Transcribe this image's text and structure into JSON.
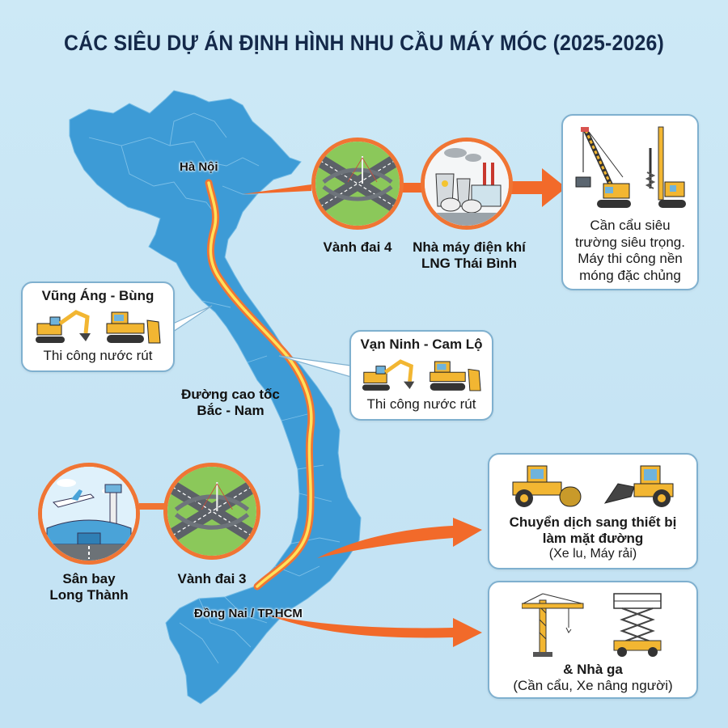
{
  "title": "CÁC SIÊU DỰ ÁN ĐỊNH HÌNH NHU CẦU MÁY MÓC (2025-2026)",
  "colors": {
    "background": "#c8e6f5",
    "map_land": "#3d9bd6",
    "highway_outer": "#f07534",
    "highway_inner": "#ffe25a",
    "arrow": "#f26a2a",
    "title": "#14294a",
    "card_border": "#7fb0cf",
    "machine_yellow": "#f2b632"
  },
  "map": {
    "hanoi_label": "Hà Nội",
    "highway_label_line1": "Đường cao tốc",
    "highway_label_line2": "Bắc - Nam",
    "south_label": "Đồng Nai / TP.HCM"
  },
  "north_projects": [
    {
      "label": "Vành đai 4",
      "icon": "highway-interchange-icon"
    },
    {
      "label_line1": "Nhà máy điện khí",
      "label_line2": "LNG Thái Bình",
      "icon": "lng-power-plant-icon"
    }
  ],
  "north_result": {
    "icons": [
      "crawler-crane-icon",
      "piling-rig-icon"
    ],
    "lines": [
      "Cần cẩu siêu",
      "trường siêu trọng.",
      "Máy thi công nền",
      "móng đặc chủng"
    ]
  },
  "callouts": [
    {
      "title": "Vũng Áng - Bùng",
      "icons": [
        "excavator-icon",
        "bulldozer-icon"
      ],
      "caption": "Thi công nước rút"
    },
    {
      "title": "Vạn Ninh - Cam Lộ",
      "icons": [
        "excavator-icon",
        "bulldozer-icon"
      ],
      "caption": "Thi công nước rút"
    }
  ],
  "south_projects": [
    {
      "label_line1": "Sân bay",
      "label_line2": "Long Thành",
      "icon": "airport-icon"
    },
    {
      "label": "Vành đai 3",
      "icon": "highway-interchange-icon"
    }
  ],
  "south_results": [
    {
      "icons": [
        "road-roller-icon",
        "asphalt-paver-icon"
      ],
      "line1": "Chuyển dịch sang thiết bị",
      "line2": "làm mặt đường",
      "line3": "(Xe lu, Máy rải)"
    },
    {
      "icons": [
        "tower-crane-icon",
        "scissor-lift-icon"
      ],
      "line1": "& Nhà ga",
      "line2": "(Cần cẩu, Xe nâng người)"
    }
  ]
}
